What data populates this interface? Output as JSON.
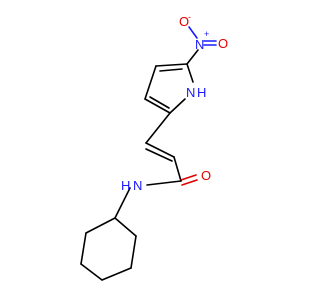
{
  "molecule": {
    "colors": {
      "bond": "#000000",
      "nitrogen": "#1a1aff",
      "oxygen": "#e00000"
    },
    "labels": {
      "nitro_n": "N",
      "nitro_n_charge": "+",
      "nitro_o_top": "O",
      "nitro_o_top_charge": "-",
      "nitro_o_right": "O",
      "pyrrole_n": "N",
      "pyrrole_h": "H",
      "amide_o": "O",
      "amide_n": "N",
      "amide_h": "H"
    }
  }
}
